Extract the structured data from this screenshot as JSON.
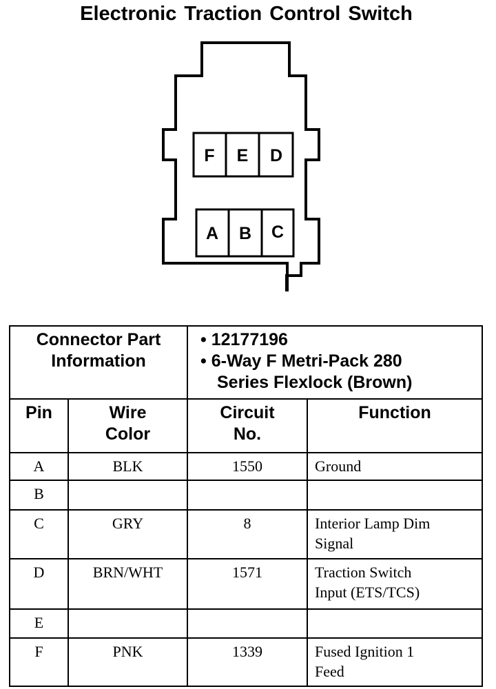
{
  "title": "Electronic Traction Control Switch",
  "connector": {
    "top_row": [
      "F",
      "E",
      "D"
    ],
    "bottom_row": [
      "A",
      "B",
      "C"
    ]
  },
  "part_info": {
    "label": [
      "Connector Part",
      "Information"
    ],
    "bullets": [
      [
        "12177196"
      ],
      [
        "6-Way F Metri-Pack 280",
        "Series Flexlock (Brown)"
      ]
    ],
    "bullet_symbol": "•"
  },
  "headers": {
    "pin": "Pin",
    "wire_color": [
      "Wire",
      "Color"
    ],
    "circuit": [
      "Circuit",
      "No."
    ],
    "function": "Function"
  },
  "rows": [
    {
      "pin": "A",
      "wire": "BLK",
      "circuit": "1550",
      "function": [
        "Ground"
      ]
    },
    {
      "pin": "B",
      "wire": "",
      "circuit": "",
      "function": []
    },
    {
      "pin": "C",
      "wire": "GRY",
      "circuit": "8",
      "function": [
        "Interior Lamp Dim",
        "Signal"
      ]
    },
    {
      "pin": "D",
      "wire": "BRN/WHT",
      "circuit": "1571",
      "function": [
        "Traction Switch",
        "Input (ETS/TCS)"
      ]
    },
    {
      "pin": "E",
      "wire": "",
      "circuit": "",
      "function": []
    },
    {
      "pin": "F",
      "wire": "PNK",
      "circuit": "1339",
      "function": [
        "Fused Ignition 1",
        "Feed"
      ]
    }
  ]
}
